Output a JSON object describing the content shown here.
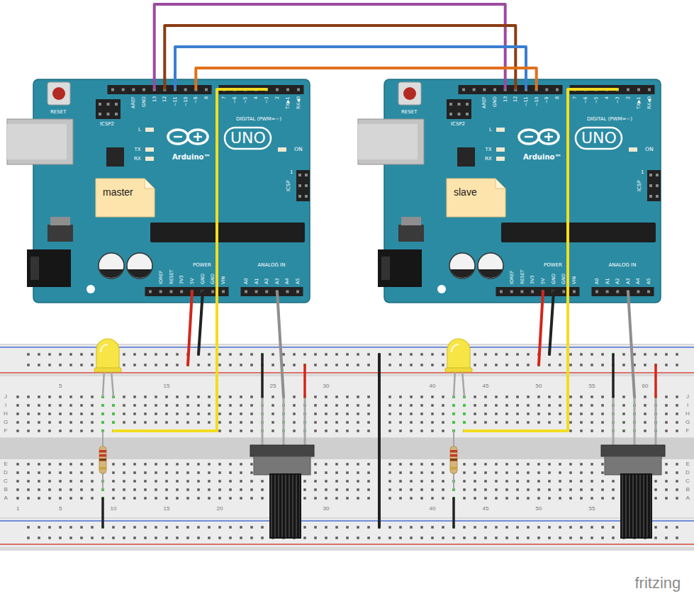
{
  "diagram": {
    "nodes": [
      {
        "text": [
          "RESET",
          "ICSP2",
          "AREF",
          "GND",
          "13",
          "12",
          "~11",
          "~10",
          "~9",
          "8",
          "7",
          "~6",
          "~5",
          "4",
          "~3",
          "2",
          "TX▶1",
          "RX◀0",
          "DIGITAL (PWM=~)",
          "L",
          "TX",
          "RX",
          "Arduino™",
          "UNO",
          "ON",
          "ICSP",
          "1",
          "IOREF",
          "RESET",
          "3V3",
          "5V",
          "GND",
          "GND",
          "VIN",
          "POWER",
          "ANALOG IN",
          "A0",
          "A1",
          "A2",
          "A3",
          "A4",
          "A5"
        ]
      },
      {
        "text": [
          "master"
        ],
        "in": 0
      },
      {
        "text": [
          "RESET",
          "ICSP2",
          "AREF",
          "GND",
          "13",
          "12",
          "~11",
          "~10",
          "~9",
          "8",
          "7",
          "~6",
          "~5",
          "4",
          "~3",
          "2",
          "TX▶1",
          "RX◀0",
          "DIGITAL (PWM=~)",
          "L",
          "TX",
          "RX",
          "Arduino™",
          "UNO",
          "ON",
          "ICSP",
          "1",
          "IOREF",
          "RESET",
          "3V3",
          "5V",
          "GND",
          "GND",
          "VIN",
          "POWER",
          "ANALOG IN",
          "A0",
          "A1",
          "A2",
          "A3",
          "A4",
          "A5"
        ]
      },
      {
        "text": [
          "slave"
        ],
        "in": 2
      }
    ],
    "edges": [
      {
        "from": 0,
        "to": 2,
        "arrow": "none"
      },
      {
        "from": 0,
        "to": 2,
        "arrow": "none"
      },
      {
        "from": 0,
        "to": 2,
        "arrow": "none"
      },
      {
        "from": 0,
        "to": 2,
        "arrow": "none"
      }
    ],
    "labels": [
      "5",
      "15",
      "25",
      "30",
      "40",
      "45",
      "50",
      "55",
      "60",
      "1",
      "5",
      "10",
      "15",
      "20",
      "30",
      "40",
      "45",
      "50",
      "55",
      "J",
      "I",
      "H",
      "G",
      "F",
      "E",
      "D",
      "C",
      "B",
      "A",
      "J",
      "I",
      "H",
      "G",
      "F",
      "E",
      "D",
      "C",
      "B",
      "A",
      "fritzing"
    ]
  }
}
